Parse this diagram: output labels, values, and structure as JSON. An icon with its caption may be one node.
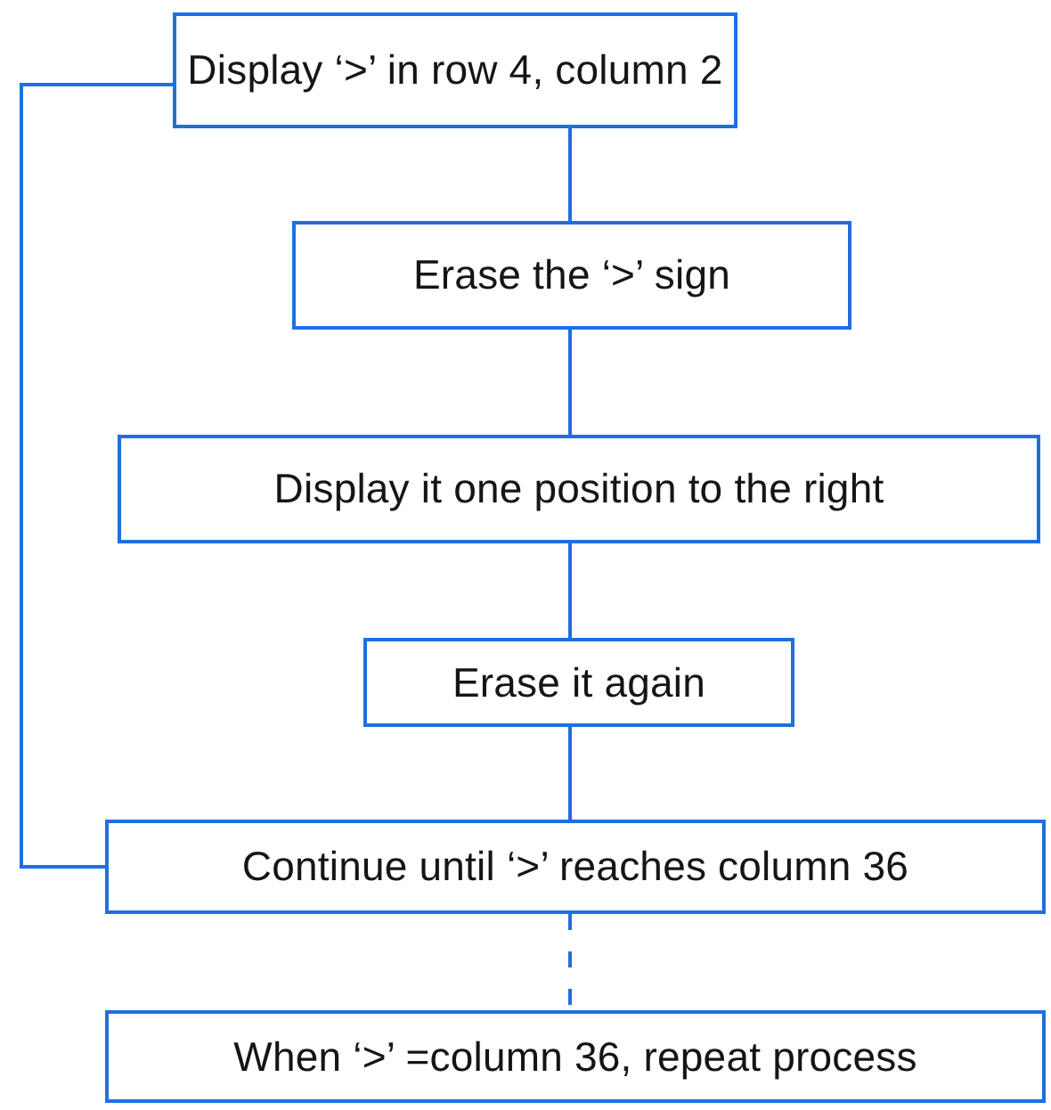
{
  "diagram": {
    "nodes": [
      {
        "text": [
          "Display ‘>’ in row 4, column 2"
        ]
      },
      {
        "text": [
          "Erase the ‘>’ sign"
        ]
      },
      {
        "text": [
          "Display it one position to the right"
        ]
      },
      {
        "text": [
          "Erase it again"
        ]
      },
      {
        "text": [
          "Continue until ‘>’ reaches column 36"
        ]
      },
      {
        "text": [
          "When ‘>’ =column 36, repeat process"
        ]
      }
    ],
    "edges": [
      {
        "from": 0,
        "to": 1,
        "arrow": "none"
      },
      {
        "from": 1,
        "to": 2,
        "arrow": "none"
      },
      {
        "from": 2,
        "to": 3,
        "arrow": "none"
      },
      {
        "from": 3,
        "to": 4,
        "arrow": "none"
      },
      {
        "from": 4,
        "to": 0,
        "arrow": "none"
      },
      {
        "from": 4,
        "to": 5,
        "arrow": "none",
        "style": "dashed"
      }
    ]
  }
}
